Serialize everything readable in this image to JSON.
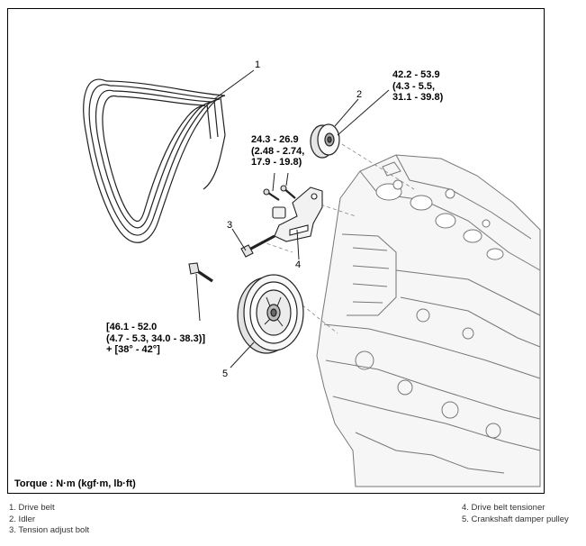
{
  "diagram": {
    "callouts": [
      "1",
      "2",
      "3",
      "4",
      "5"
    ],
    "torque_specs": {
      "idler": [
        "42.2 - 53.9",
        "(4.3 - 5.5,",
        "31.1 - 39.8)"
      ],
      "tensioner": [
        "24.3 - 26.9",
        "(2.48 - 2.74,",
        "17.9 - 19.8)"
      ],
      "damper": [
        "[46.1 - 52.0",
        "(4.7 - 5.3, 34.0 - 38.3)]",
        "+ [38° - 42°]"
      ]
    },
    "torque_unit_label": "Torque : N·m (kgf·m, lb·ft)"
  },
  "legend": {
    "left": [
      "1. Drive belt",
      "2. Idler",
      "3. Tension adjust bolt"
    ],
    "right": [
      "4. Drive belt tensioner",
      "5. Crankshaft damper pulley"
    ]
  }
}
